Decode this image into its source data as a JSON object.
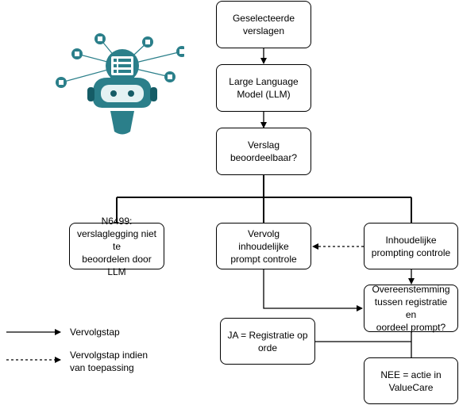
{
  "nodes": {
    "geselecteerde": "Geselecteerde\nverslagen",
    "llm": "Large Language\nModel (LLM)",
    "beoordeelbaar": "Verslag\nbeoordeelbaar?",
    "n6499": "N6499:\nverslaglegging niet te\nbeoordelen door LLM",
    "vervolg": "Vervolg inhoudelijke\nprompt controle",
    "inhoudelijke": "Inhoudelijke\nprompting controle",
    "overeenstemming": "Overeenstemming\ntussen registratie en\noordeel prompt?",
    "ja": "JA = Registratie op\norde",
    "nee": "NEE = actie in\nValueCare"
  },
  "legend": {
    "solid": "Vervolgstap",
    "dashed": "Vervolgstap indien\nvan toepassing"
  },
  "colors": {
    "robot_primary": "#2b7f8a",
    "robot_dark": "#155c66",
    "robot_light": "#e4f2f3"
  }
}
